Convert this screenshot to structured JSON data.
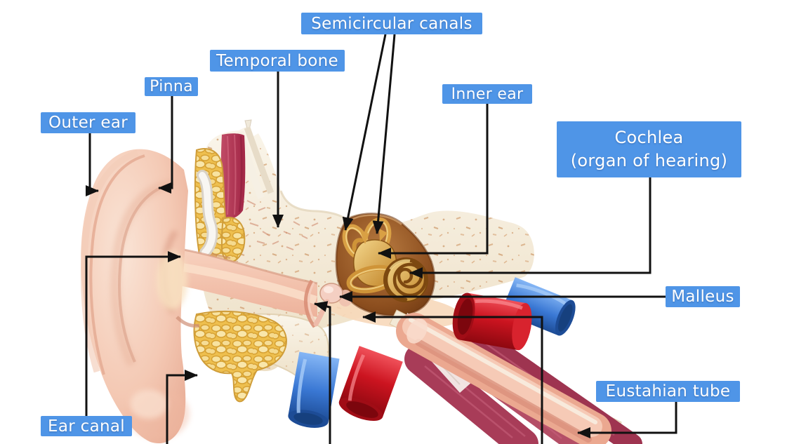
{
  "diagram": {
    "subject": "Human ear anatomy cutaway illustration",
    "background_color": "#ffffff",
    "label_box_color": "#4f95e7",
    "label_text_color": "#ffffff",
    "leader_line_color": "#111111",
    "labels": {
      "semicircular_canals": "Semicircular canals",
      "temporal_bone": "Temporal bone",
      "pinna": "Pinna",
      "outer_ear": "Outer ear",
      "inner_ear": "Inner ear",
      "cochlea_line1": "Cochlea",
      "cochlea_line2": "(organ of hearing)",
      "malleus": "Malleus",
      "eustachian_tube": "Eustahian tube",
      "ear_canal": "Ear canal"
    }
  }
}
